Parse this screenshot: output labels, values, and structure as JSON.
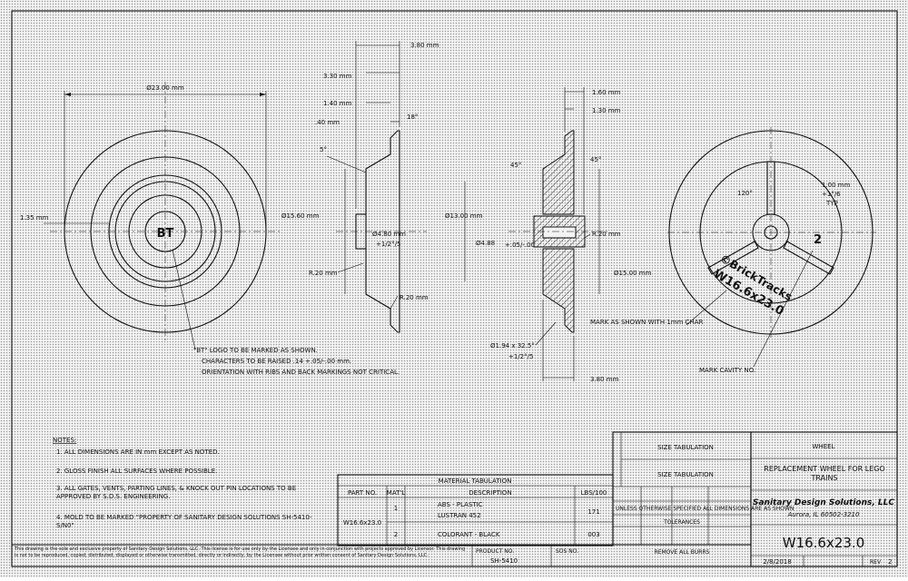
{
  "views": {
    "front": {
      "diameter": "Ø23.00 mm",
      "offset": "1.35 mm",
      "logo": "BT",
      "logo_note": [
        "\"BT\" LOGO TO BE MARKED AS SHOWN.",
        "CHARACTERS TO BE RAISED .14 +.05/-.00 mm.",
        "ORIENTATION WITH RIBS AND BACK MARKINGS NOT CRITICAL."
      ]
    },
    "side": {
      "width_total": "3.80 mm",
      "width_a": "3.30 mm",
      "width_b": "1.40 mm",
      "width_c": ".40 mm",
      "angle_top": "18°",
      "angle_left": "5°",
      "dia_hub": "Ø15.60 mm",
      "bore": "Ø4.80 mm",
      "bore_tol": "+1/2°/5",
      "radius_a": "R.20 mm",
      "radius_b": "R.20 mm"
    },
    "section": {
      "width_a": "1.60 mm",
      "width_b": "1.30 mm",
      "angle_a": "45°",
      "angle_b": "45°",
      "dia_outer": "Ø13.00 mm",
      "dia_bore": "Ø4.88",
      "bore_tol": "+.05/-.00",
      "radius": "R.20 mm",
      "dia_rim": "Ø15.00 mm",
      "dia_base": "Ø1.94 x 32.5°",
      "base_tol": "+1/2°/5",
      "width_bottom": "3.80 mm"
    },
    "back": {
      "rib_width": "1.00 mm",
      "rib_tol": "+1°/6",
      "rib_typ": "TYP",
      "angle": "120°",
      "marking_1": "©BrickTracks",
      "marking_2": "W16.6x23.0",
      "cavity_mark": "2",
      "note_mark": "MARK AS SHOWN WITH 1mm CHAR",
      "note_cavity": "MARK CAVITY NO."
    }
  },
  "notes": {
    "heading": "NOTES:",
    "items": [
      "1. ALL DIMENSIONS ARE IN mm EXCEPT AS NOTED.",
      "2. GLOSS FINISH ALL SURFACES WHERE POSSIBLE.",
      "3. ALL GATES, VENTS, PARTING LINES, & KNOCK OUT PIN LOCATIONS TO BE APPROVED BY S.D.S. ENGINEERING.",
      "4. MOLD TO BE MARKED \"PROPERTY OF SANITARY DESIGN SOLUTIONS SH-5410-S/N0\""
    ]
  },
  "material_table": {
    "title": "MATERIAL TABULATION",
    "headers": [
      "PART NO.",
      "MAT'L",
      "DESCRIPTION",
      "LBS/100"
    ],
    "part_no": "W16.6x23.0",
    "rows": [
      {
        "matl": "1",
        "desc_1": "ABS - PLASTIC",
        "desc_2": "LUSTRAN 452",
        "lbs": "171"
      },
      {
        "matl": "2",
        "desc_1": "COLORANT - BLACK",
        "desc_2": "",
        "lbs": "003"
      }
    ]
  },
  "size_tabulation": {
    "label_a": "SIZE TABULATION",
    "label_b": "SIZE TABULATION"
  },
  "tolerances": {
    "caption": "UNLESS OTHERWISE SPECIFIED ALL DIMENSIONS ARE AS SHOWN",
    "heading": "TOLERANCES",
    "footer": "REMOVE ALL BURRS"
  },
  "title_block": {
    "part": "WHEEL",
    "description": "REPLACEMENT WHEEL FOR LEGO TRAINS",
    "company": "Sanitary Design Solutions, LLC",
    "address": "Aurora, IL 60502-3210",
    "drawing_no": "W16.6x23.0",
    "date": "2/8/2018",
    "rev_label": "REV",
    "rev": "2"
  },
  "footer": {
    "disclaimer": "This drawing is the sole and exclusive property of Sanitary Design Solutions, LLC. This license is for use only by the Licensee and only in conjunction with projects approved by Licensor. This drawing is not to be reproduced, copied, distributed, displayed or otherwise transmitted, directly or indirectly, by the Licensee without prior written consent of Sanitary Design Solutions, LLC.",
    "product_label": "PRODUCT NO.",
    "product_no": "SH-5410",
    "sos_label": "SOS NO."
  }
}
